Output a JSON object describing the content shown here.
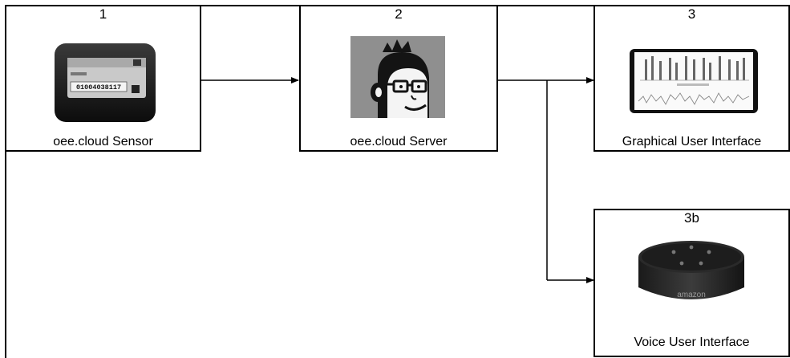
{
  "nodes": {
    "sensor": {
      "number": "1",
      "label": "oee.cloud Sensor",
      "device_text": "01004038117"
    },
    "server": {
      "number": "2",
      "label": "oee.cloud Server"
    },
    "gui": {
      "number": "3",
      "label": "Graphical User Interface"
    },
    "voice": {
      "number": "3b",
      "label": "Voice User Interface",
      "device_text": "amazon"
    }
  },
  "edges": [
    {
      "from": "sensor",
      "to": "server"
    },
    {
      "from": "server",
      "to": "gui"
    },
    {
      "from": "server",
      "to": "voice"
    }
  ],
  "icons": {
    "sensor": "sensor-device-photo",
    "server": "monkey-with-glasses-logo",
    "gui": "dashboard-tablet-screen",
    "voice": "amazon-echo-dot-speaker"
  }
}
